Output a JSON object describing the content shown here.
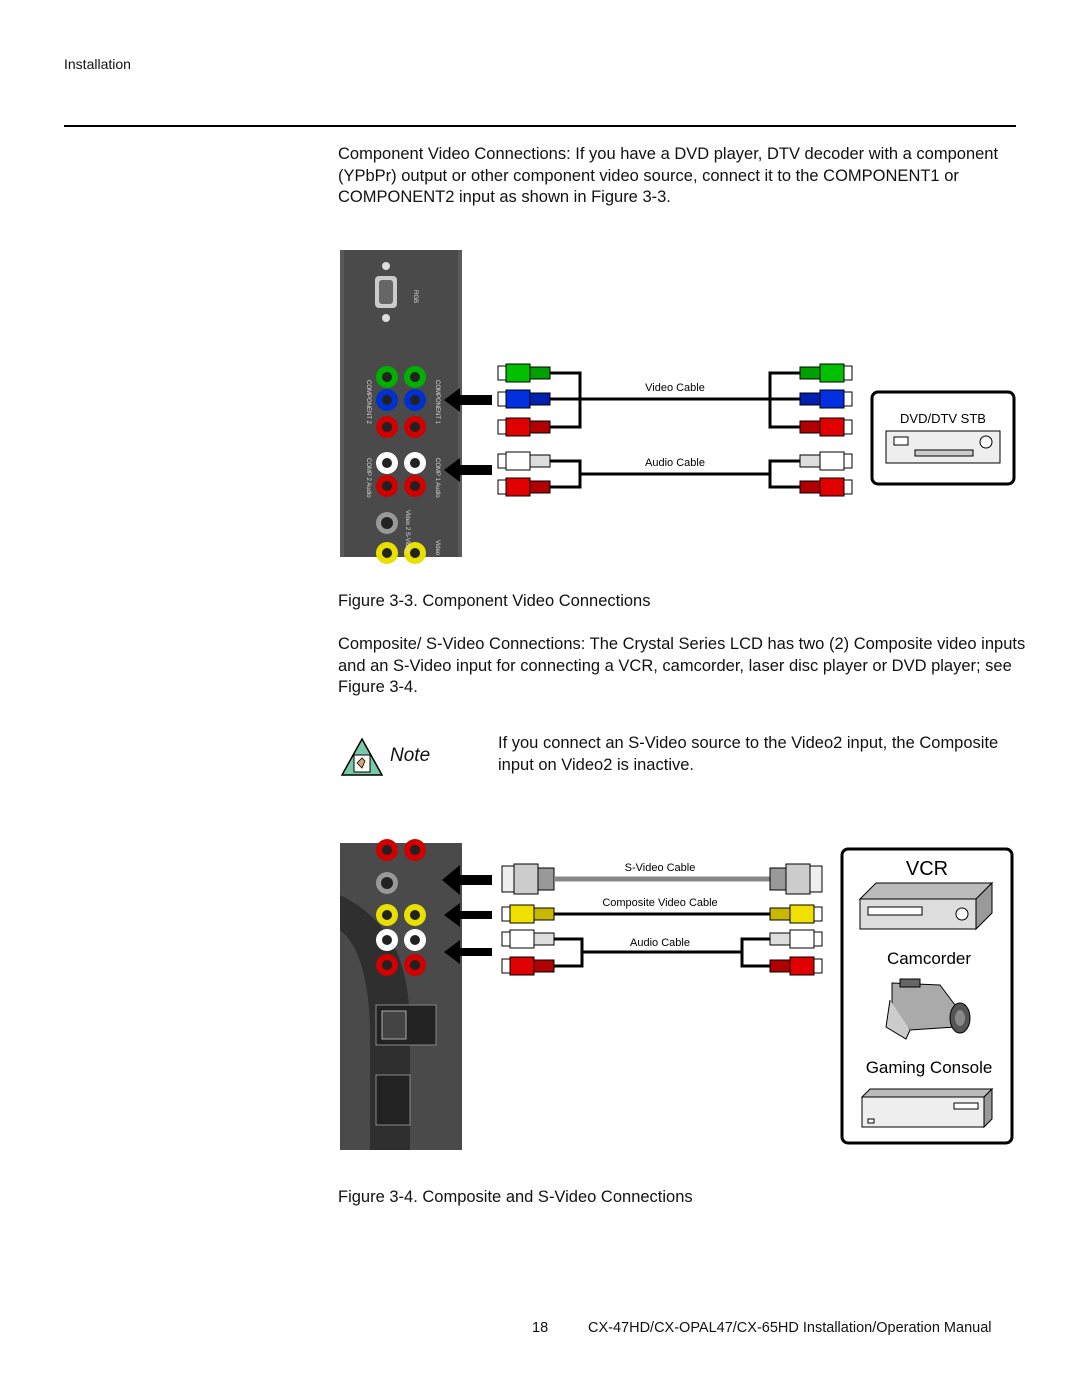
{
  "header": {
    "section": "Installation"
  },
  "component_section": {
    "paragraph": "Component Video Connections: If you have a DVD player, DTV decoder with a component (YPbPr) output or other component video source, connect it to the COMPONENT1 or COMPONENT2 input as shown in Figure 3-3.",
    "labels": {
      "rgb": "RGB",
      "component2": "COMPONENT 2",
      "component1": "COMPONENT 1",
      "comp2_audio": "COMP 2 Audio",
      "comp1_audio": "COMP 1 Audio",
      "video2_svideo": "Video 2 S-Video",
      "video": "Video",
      "video_cable": "Video Cable",
      "audio_cable": "Audio Cable",
      "source_device": "DVD/DTV STB"
    },
    "caption": "Figure 3-3. Component Video Connections"
  },
  "composite_section": {
    "paragraph": "Composite/ S-Video Connections: The Crystal Series LCD has two (2) Composite video inputs and an S-Video input for connecting a VCR, camcorder, laser disc player or DVD player; see Figure 3-4.",
    "note": {
      "label": "Note",
      "text": "If you connect an S-Video source to the Video2 input, the Composite input on Video2 is inactive."
    },
    "labels": {
      "svideo_cable": "S-Video Cable",
      "composite_cable": "Composite Video Cable",
      "audio_cable": "Audio Cable",
      "vcr": "VCR",
      "camcorder": "Camcorder",
      "gaming_console": "Gaming Console"
    },
    "caption": "Figure 3-4. Composite and S-Video Connections"
  },
  "footer": {
    "page_number": "18",
    "manual_title": "CX-47HD/CX-OPAL47/CX-65HD Installation/Operation Manual"
  }
}
